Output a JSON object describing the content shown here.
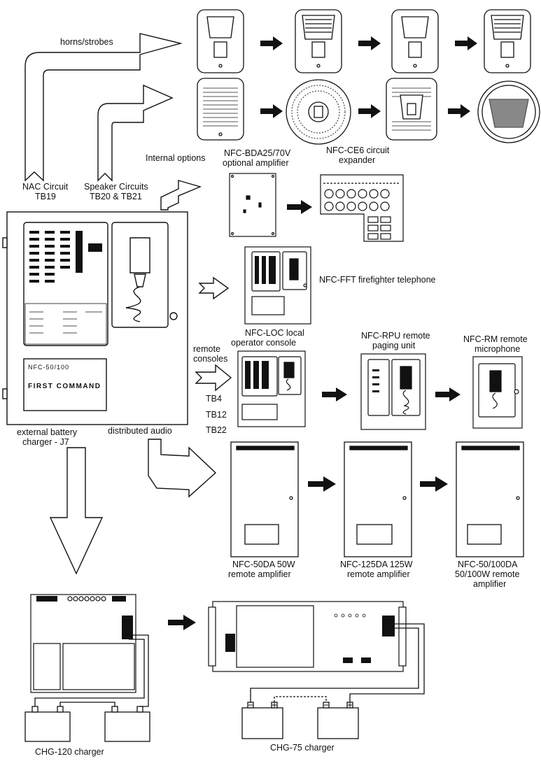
{
  "labels": {
    "horns_strobes": "horns/strobes",
    "nac_circuit_1": "NAC Circuit",
    "nac_circuit_2": "TB19",
    "speaker_circuits_1": "Speaker Circuits",
    "speaker_circuits_2": "TB20 & TB21",
    "internal_options": "Internal options",
    "bda_1": "NFC-BDA25/70V",
    "bda_2": "optional amplifier",
    "ce6_1": "NFC-CE6 circuit",
    "ce6_2": "expander",
    "fft": "NFC-FFT firefighter telephone",
    "loc_1": "NFC-LOC local",
    "loc_2": "operator console",
    "rpu_1": "NFC-RPU remote",
    "rpu_2": "paging unit",
    "rm_1": "NFC-RM remote",
    "rm_2": "microphone",
    "remote_consoles_1": "remote",
    "remote_consoles_2": "consoles",
    "tb4": "TB4",
    "tb12": "TB12",
    "tb22": "TB22",
    "ext_battery_1": "external battery",
    "ext_battery_2": "charger - J7",
    "distributed_audio": "distributed audio",
    "da50_1": "NFC-50DA 50W",
    "da50_2": "remote amplifier",
    "da125_1": "NFC-125DA 125W",
    "da125_2": "remote amplifier",
    "da100_1": "NFC-50/100DA",
    "da100_2": "50/100W remote",
    "da100_3": "amplifier",
    "chg120": "CHG-120 charger",
    "chg75": "CHG-75 charger"
  },
  "panel": {
    "model": "NFC-50/100",
    "brand": "FIRST COMMAND"
  },
  "colors": {
    "line": "#111111",
    "fill": "#ffffff",
    "grille": "#555555"
  }
}
